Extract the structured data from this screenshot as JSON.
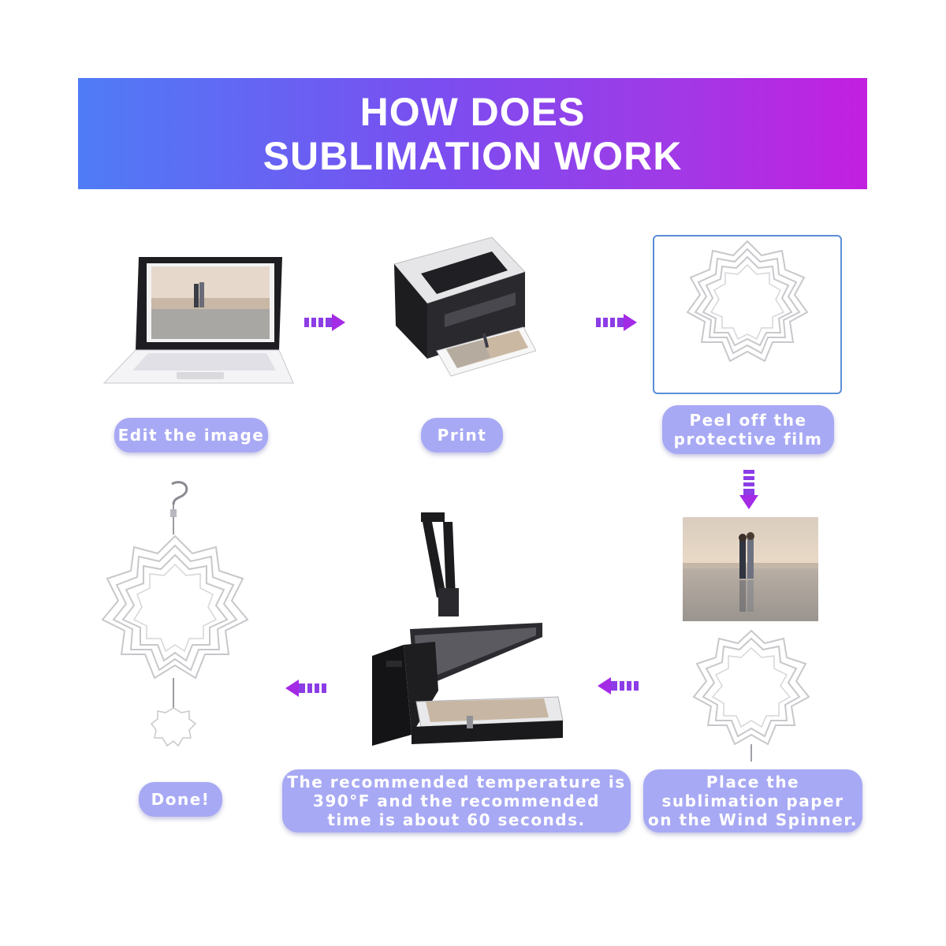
{
  "header": {
    "line1": "HOW DOES",
    "line2": "SUBLIMATION WORK"
  },
  "steps": [
    {
      "label": "Edit the image",
      "icon": "laptop-icon"
    },
    {
      "label": "Print",
      "icon": "printer-icon"
    },
    {
      "label_line1": "Peel off the",
      "label_line2": "protective film",
      "icon": "wind-spinner-blank-icon"
    },
    {
      "label_line1": "Place the",
      "label_line2": "sublimation paper",
      "label_line3": "on the Wind Spinner.",
      "icon": "photo-paper-icon"
    },
    {
      "label_line1": "The recommended temperature is",
      "label_line2": "390°F and the recommended",
      "label_line3": "time is about 60 seconds.",
      "icon": "heat-press-icon"
    },
    {
      "label": "Done!",
      "icon": "wind-spinner-finished-icon"
    }
  ],
  "colors": {
    "banner_start": "#4f7cf6",
    "banner_end": "#c31fe0",
    "pill": "#a8a9f4",
    "arrow": "#9b2fe6"
  }
}
